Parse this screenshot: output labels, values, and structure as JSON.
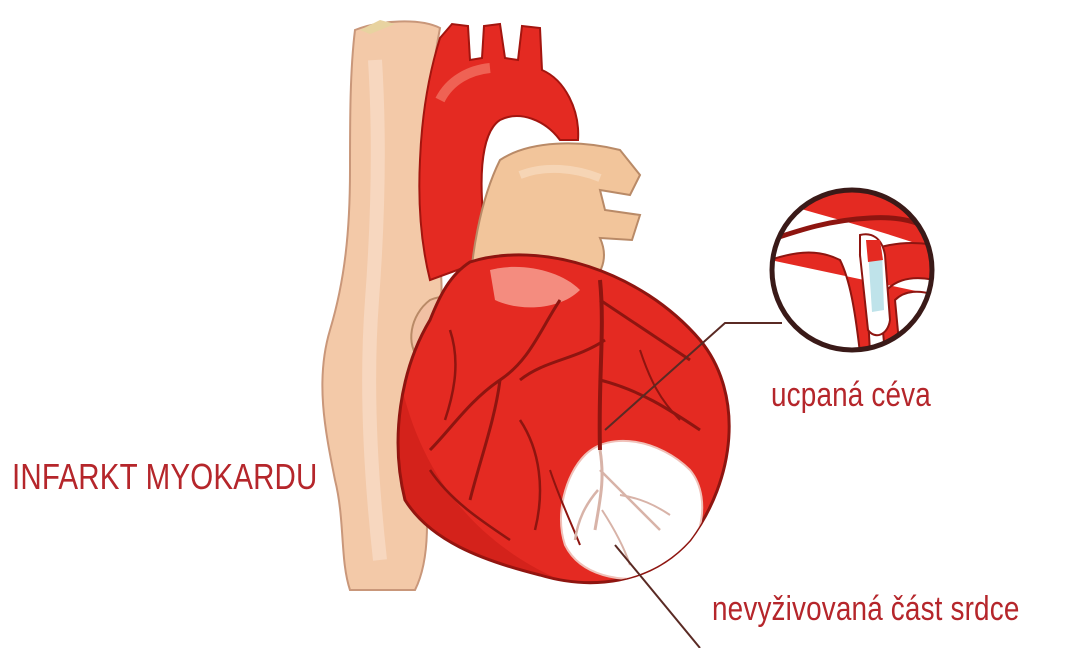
{
  "title": "INFARKT MYOKARDU",
  "labels": {
    "blocked_vessel": "ucpaná céva",
    "unfed_part": "nevyživovaná část srdce"
  },
  "colors": {
    "label_text": "#b5262b",
    "heart_red": "#e42a22",
    "dark_red": "#8e1510",
    "vena_cava": "#f3c9a8",
    "atrium": "#f2c59b",
    "leader_line": "#5a2a24",
    "ischemic_area": "#ffffff"
  },
  "icons": [
    "heart-illustration",
    "magnifier-inset"
  ]
}
